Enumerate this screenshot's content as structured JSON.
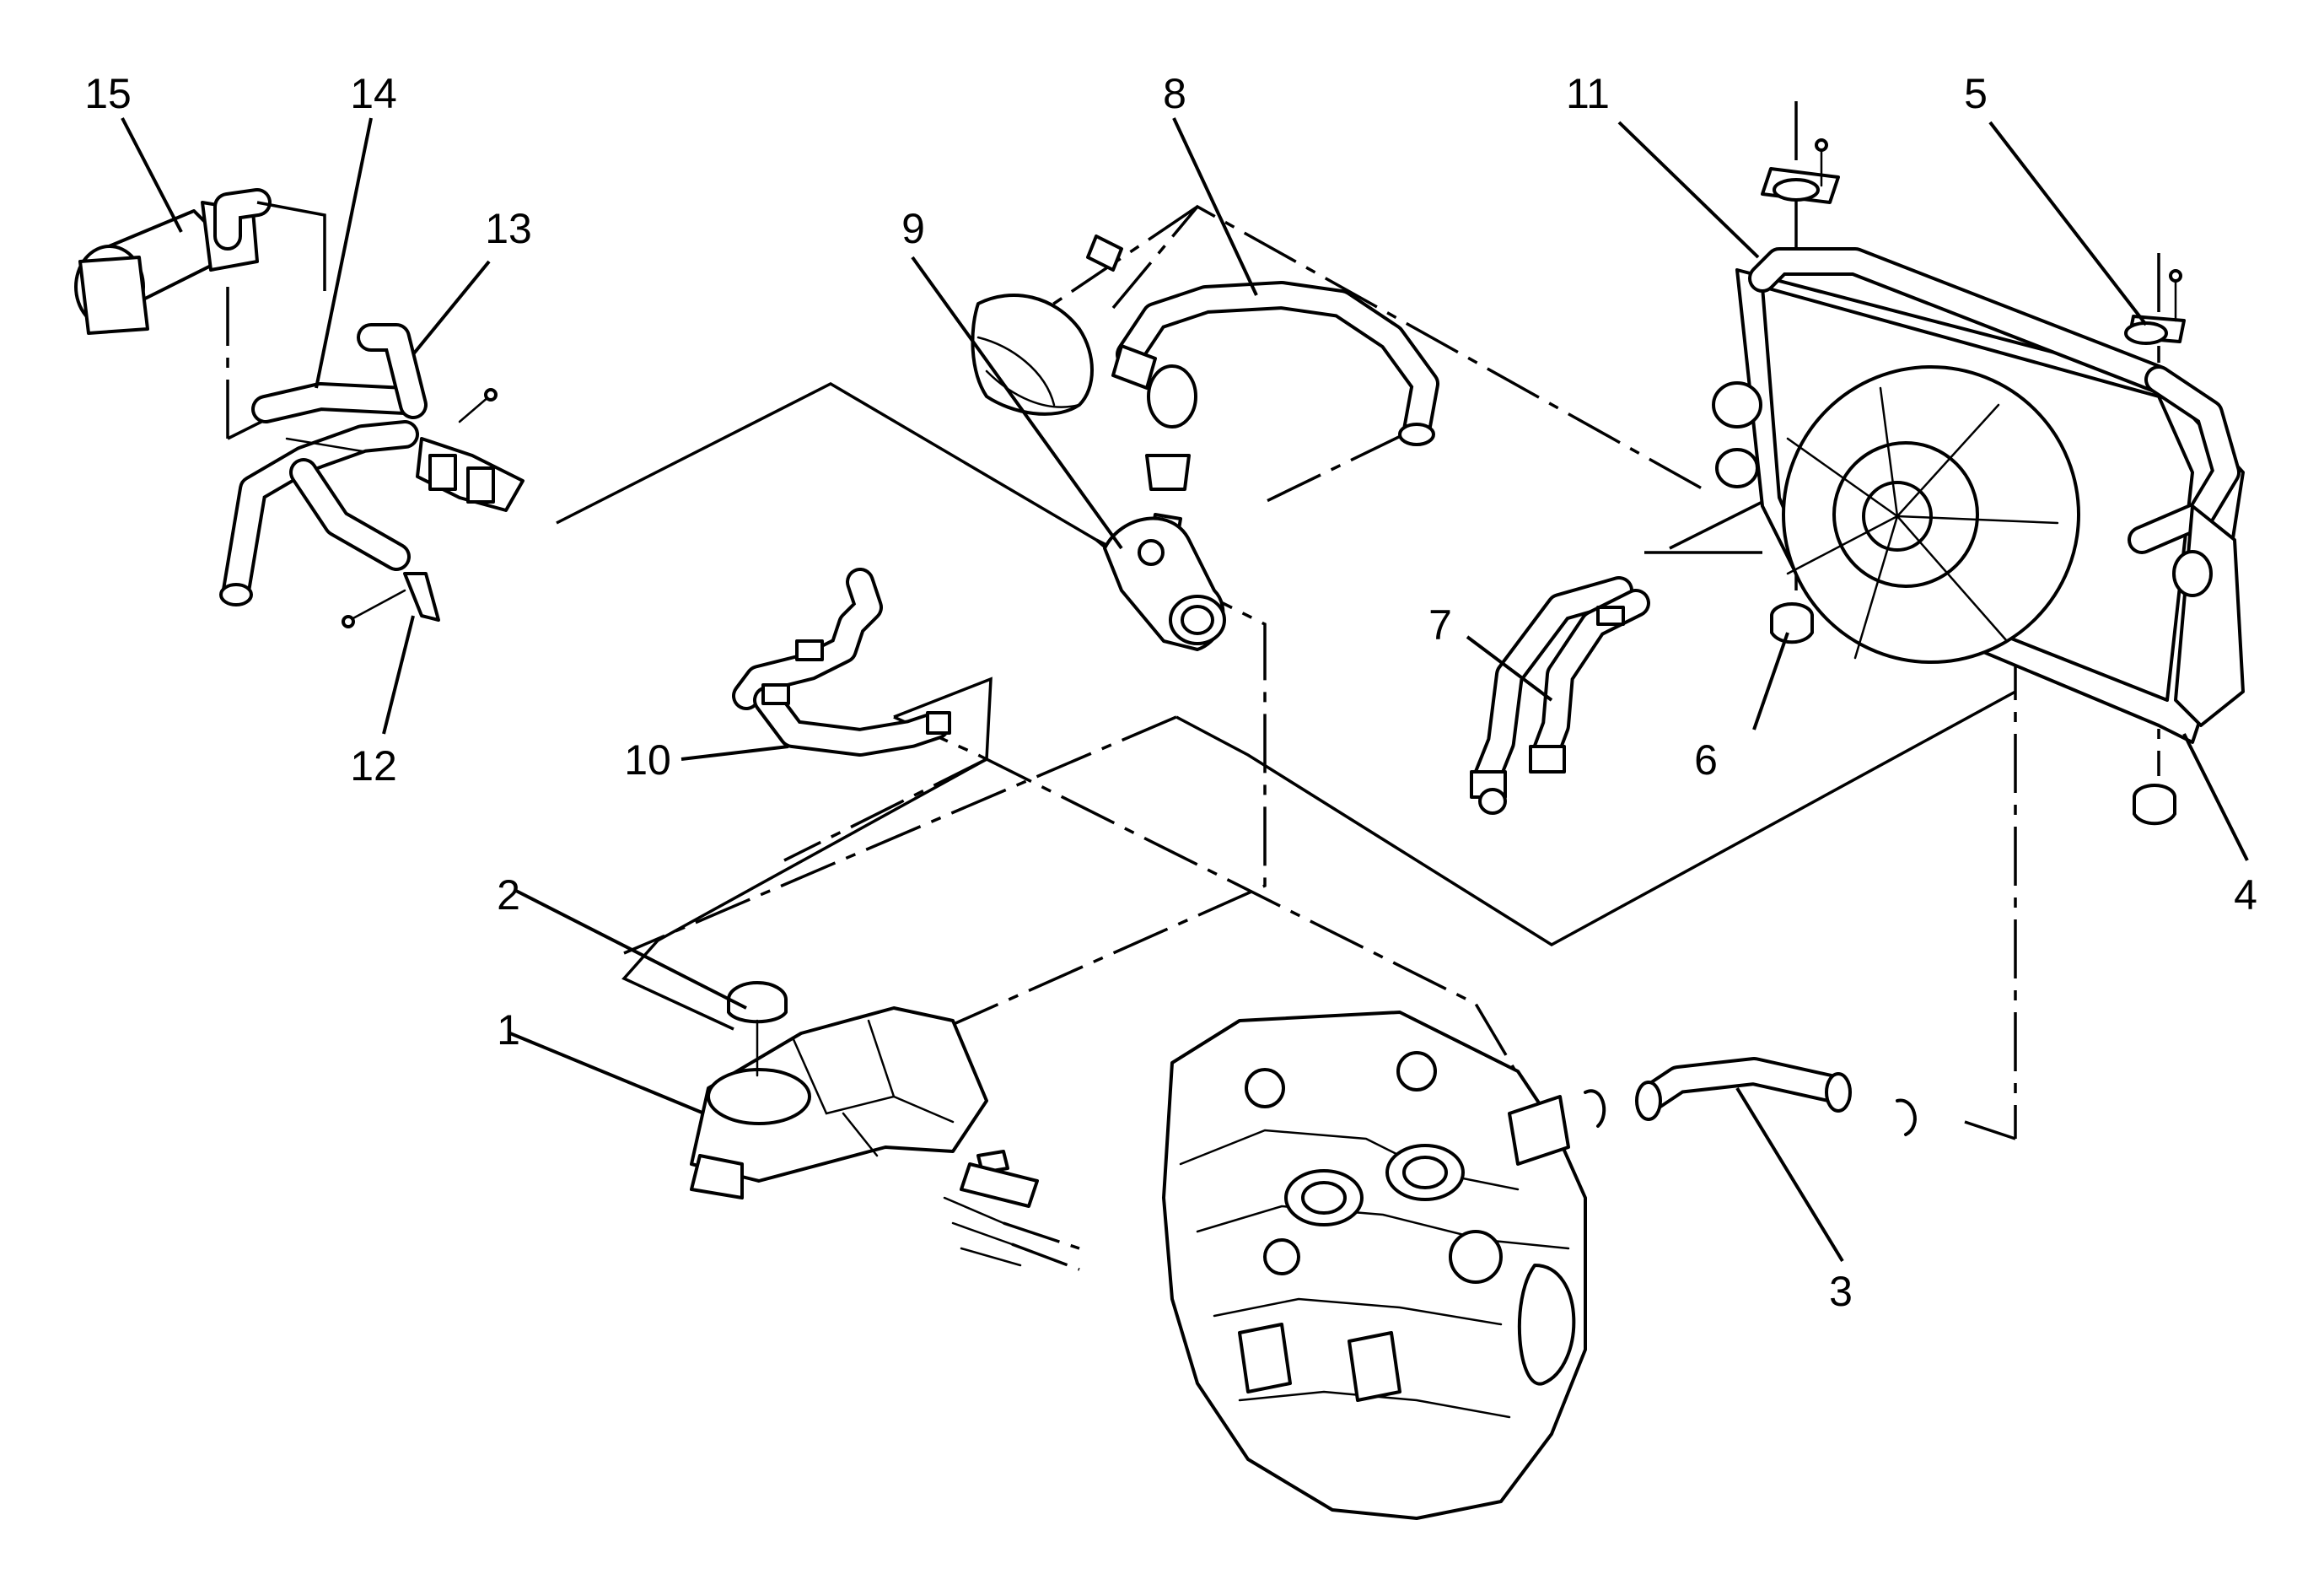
{
  "diagram": {
    "labels": [
      "15",
      "14",
      "13",
      "9",
      "8",
      "11",
      "5",
      "12",
      "10",
      "7",
      "6",
      "4",
      "2",
      "1",
      "3"
    ]
  }
}
